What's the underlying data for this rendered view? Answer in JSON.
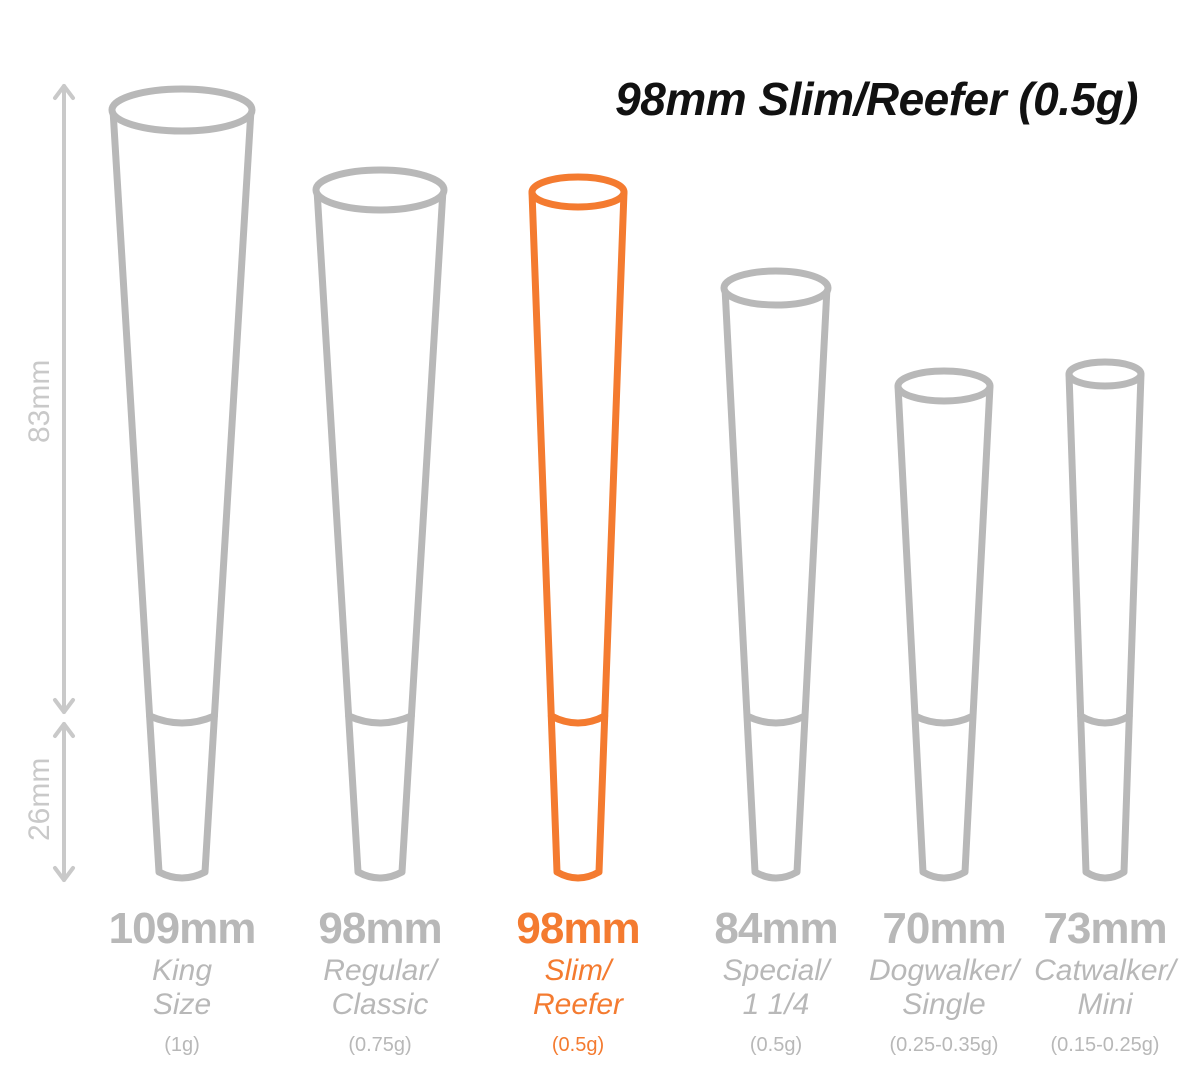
{
  "title": "98mm Slim/Reefer (0.5g)",
  "colors": {
    "inactive": "#b8b8b8",
    "highlight": "#f47b30",
    "dimension": "#c9c9c9",
    "title": "#111111"
  },
  "dimensions": {
    "upper": "83mm",
    "lower": "26mm"
  },
  "cones": [
    {
      "size": "109mm",
      "name_line1": "King",
      "name_line2": "Size",
      "weight": "(1g)",
      "selected": false
    },
    {
      "size": "98mm",
      "name_line1": "Regular/",
      "name_line2": "Classic",
      "weight": "(0.75g)",
      "selected": false
    },
    {
      "size": "98mm",
      "name_line1": "Slim/",
      "name_line2": "Reefer",
      "weight": "(0.5g)",
      "selected": true
    },
    {
      "size": "84mm",
      "name_line1": "Special/",
      "name_line2": "1 1/4",
      "weight": "(0.5g)",
      "selected": false
    },
    {
      "size": "70mm",
      "name_line1": "Dogwalker/",
      "name_line2": "Single",
      "weight": "(0.25-0.35g)",
      "selected": false
    },
    {
      "size": "73mm",
      "name_line1": "Catwalker/",
      "name_line2": "Mini",
      "weight": "(0.15-0.25g)",
      "selected": false
    }
  ]
}
